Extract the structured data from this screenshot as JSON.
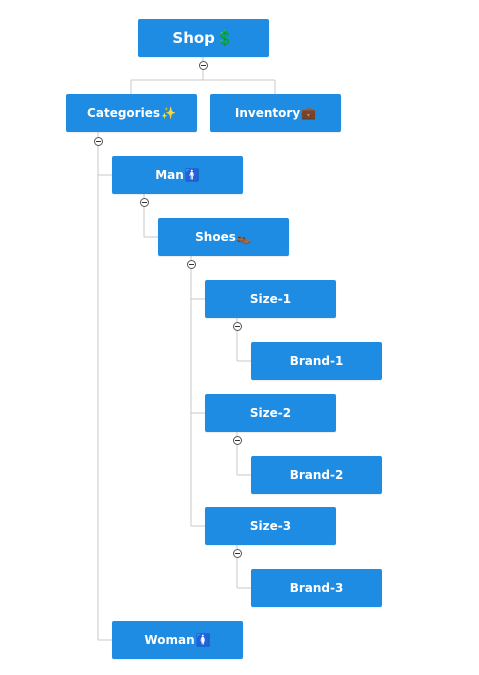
{
  "colors": {
    "node_bg": "#1f8ce3",
    "node_text": "#ffffff",
    "connector": "#c8c8c8"
  },
  "nodes": {
    "shop": {
      "label": "Shop",
      "emoji": "💲"
    },
    "categories": {
      "label": "Categories",
      "emoji": "✨"
    },
    "inventory": {
      "label": "Inventory",
      "emoji": "💼"
    },
    "man": {
      "label": "Man",
      "emoji": "🚹"
    },
    "shoes": {
      "label": "Shoes",
      "emoji": "👞"
    },
    "size1": {
      "label": "Size-1",
      "emoji": ""
    },
    "brand1": {
      "label": "Brand-1",
      "emoji": ""
    },
    "size2": {
      "label": "Size-2",
      "emoji": ""
    },
    "brand2": {
      "label": "Brand-2",
      "emoji": ""
    },
    "size3": {
      "label": "Size-3",
      "emoji": ""
    },
    "brand3": {
      "label": "Brand-3",
      "emoji": ""
    },
    "woman": {
      "label": "Woman",
      "emoji": "🚺"
    }
  },
  "collapse_icons": [
    "shop",
    "categories",
    "man",
    "shoes",
    "size1",
    "size2",
    "size3"
  ]
}
